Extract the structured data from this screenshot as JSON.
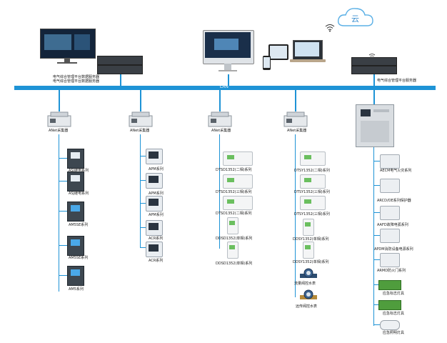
{
  "cloud": {
    "label": "云"
  },
  "lan": {
    "label": "LAN"
  },
  "servers": {
    "left_caption_1": "电气综合管理平台数据服务器",
    "left_caption_2": "电气综合管理平台数据服务器",
    "right_caption": "电气综合管理平台服务器"
  },
  "gateways": [
    {
      "label": "ANet采集器"
    },
    {
      "label": "ANet采集器"
    },
    {
      "label": "ANet采集器"
    },
    {
      "label": "ANet采集器"
    }
  ],
  "col1": [
    "ASJ继电系列",
    "ASJ继电系列",
    "AM5SE系列",
    "AM5SE系列",
    "AM5系列"
  ],
  "col2": [
    "APM系列",
    "APM系列",
    "APM系列",
    "ACR系列",
    "ACR系列"
  ],
  "col3": [
    "DTSD1352(二相)系列",
    "DTSD1352(三相)系列",
    "DTSD1352(二相)系列",
    "DDSD1352(单相)系列",
    "DDSD1352(单相)系列"
  ],
  "col4": [
    "DTSY1352(二相)系列",
    "DTSY1352(三相)系列",
    "DTSY1352(三相)系列",
    "DDSY1352(单相)系列",
    "DDSY1352(单相)系列",
    "流量阀控水表",
    "远传阀控水表"
  ],
  "col5": [
    "AECM电气火灾系列",
    "ARCD/OE系列保护器",
    "AAFD故障电弧系列",
    "APDM消防设备电源系列",
    "ARMD防火门系列",
    "应急标志灯具",
    "应急标志灯具",
    "应急照明灯具"
  ],
  "colors": {
    "lan_blue": "#1e93d6",
    "screen_dark": "#2a3440"
  },
  "icons": [
    "cloud-icon",
    "wifi-icon",
    "server-icon",
    "monitor-icon",
    "laptop-icon",
    "tablet-icon",
    "phone-icon",
    "gateway-icon",
    "meter-icon",
    "panel-icon",
    "valve-icon",
    "exit-sign-icon",
    "lamp-icon"
  ]
}
